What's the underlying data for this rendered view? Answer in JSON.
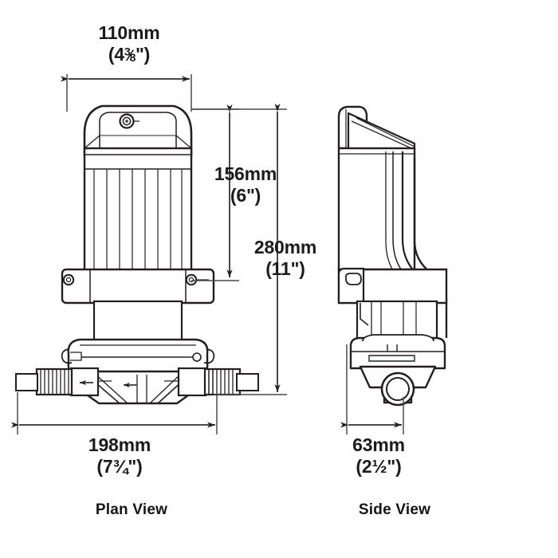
{
  "drawing": {
    "title": "Pump dimensional drawing",
    "background_color": "#ffffff",
    "line_color": "#231f20",
    "text_color": "#1b1b1b"
  },
  "dimensions": {
    "width_top": {
      "metric": "110mm",
      "imperial_open": "(4",
      "imperial_whole": "4",
      "imperial_num": "3",
      "imperial_den": "8",
      "imperial": "(4³⁄₈\")",
      "orientation": "horizontal",
      "view": "plan"
    },
    "motor_height": {
      "metric": "156mm",
      "imperial": "(6\")",
      "orientation": "vertical",
      "view": "plan"
    },
    "overall_height": {
      "metric": "280mm",
      "imperial": "(11\")",
      "orientation": "vertical",
      "view": "plan"
    },
    "overall_width": {
      "metric": "198mm",
      "imperial": "(7¾\")",
      "orientation": "horizontal",
      "view": "plan"
    },
    "depth": {
      "metric": "63mm",
      "imperial": "(2½\")",
      "orientation": "horizontal",
      "view": "side"
    }
  },
  "captions": {
    "plan": "Plan View",
    "side": "Side View"
  }
}
